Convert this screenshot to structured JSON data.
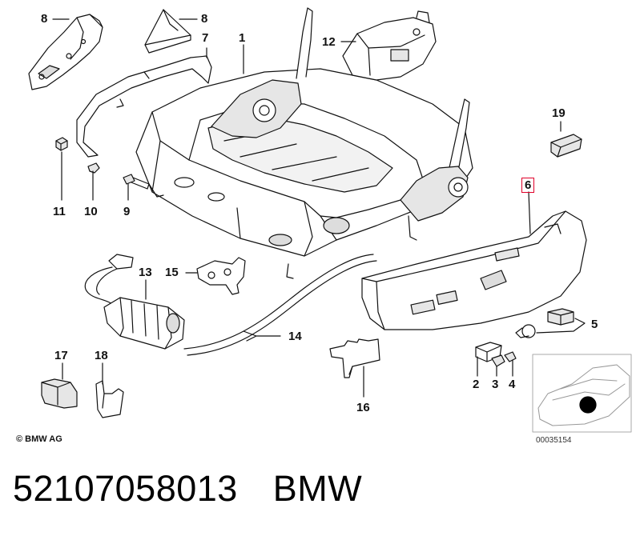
{
  "callouts": [
    {
      "id": "8a",
      "label": "8"
    },
    {
      "id": "8b",
      "label": "8"
    },
    {
      "id": "7",
      "label": "7"
    },
    {
      "id": "1",
      "label": "1"
    },
    {
      "id": "12",
      "label": "12"
    },
    {
      "id": "19",
      "label": "19"
    },
    {
      "id": "6",
      "label": "6",
      "highlighted": true
    },
    {
      "id": "11",
      "label": "11"
    },
    {
      "id": "10",
      "label": "10"
    },
    {
      "id": "9",
      "label": "9"
    },
    {
      "id": "13",
      "label": "13"
    },
    {
      "id": "15",
      "label": "15"
    },
    {
      "id": "14",
      "label": "14"
    },
    {
      "id": "5",
      "label": "5"
    },
    {
      "id": "2",
      "label": "2"
    },
    {
      "id": "3",
      "label": "3"
    },
    {
      "id": "4",
      "label": "4"
    },
    {
      "id": "17",
      "label": "17"
    },
    {
      "id": "18",
      "label": "18"
    },
    {
      "id": "16",
      "label": "16"
    }
  ],
  "copyright": "© BMW AG",
  "reference_number": "00035154",
  "caption": {
    "part_number": "52107058013",
    "brand": "BMW"
  },
  "colors": {
    "line": "#111111",
    "highlight_box": "#e0002a",
    "part_fill": "#ffffff",
    "part_shade": "#e6e6e6"
  }
}
